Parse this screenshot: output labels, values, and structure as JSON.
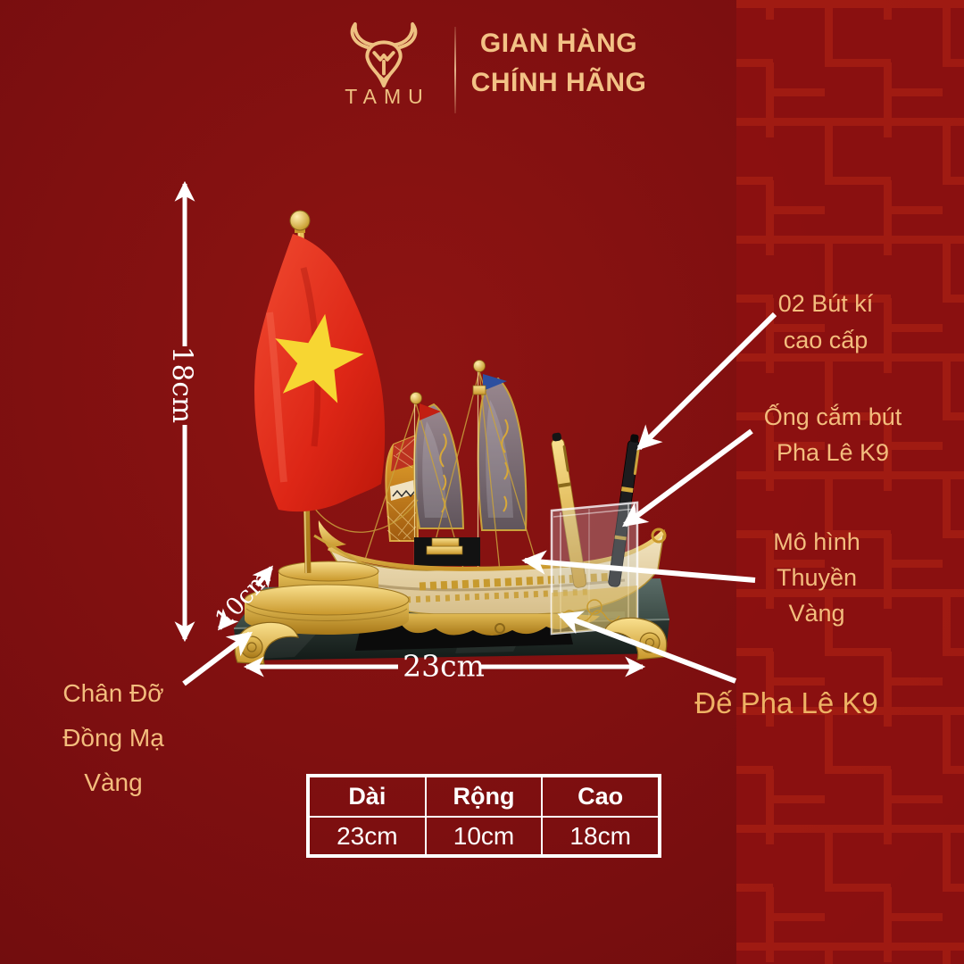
{
  "colors": {
    "background": "#7d0f10",
    "pattern_line": "#a41c12",
    "pattern_block": "#8c1010",
    "gold_text": "#f3bd7d",
    "header_gold": "#f3c286",
    "white": "#ffffff",
    "flag_red": "#e23322",
    "star_yellow": "#f7d632",
    "product_gold": "#d9ae45"
  },
  "header": {
    "brand": "TAMU",
    "logo_icon": "bull-icon",
    "store_line1": "GIAN HÀNG",
    "store_line2": "CHÍNH HÃNG"
  },
  "dims": {
    "height": "18cm",
    "depth": "10cm",
    "width": "23cm"
  },
  "callouts": {
    "pens_line1": "02 Bút kí",
    "pens_line2": "cao cấp",
    "holder_line1": "Ống cắm bút",
    "holder_line2": "Pha Lê K9",
    "boat_line1": "Mô hình",
    "boat_line2": "Thuyền",
    "boat_line3": "Vàng",
    "base_label": "Đế Pha Lê K9",
    "stand_line1": "Chân Đỡ",
    "stand_line2": "Đồng Mạ",
    "stand_line3": "Vàng"
  },
  "spec_table": {
    "headers": [
      "Dài",
      "Rộng",
      "Cao"
    ],
    "values": [
      "23cm",
      "10cm",
      "18cm"
    ]
  }
}
